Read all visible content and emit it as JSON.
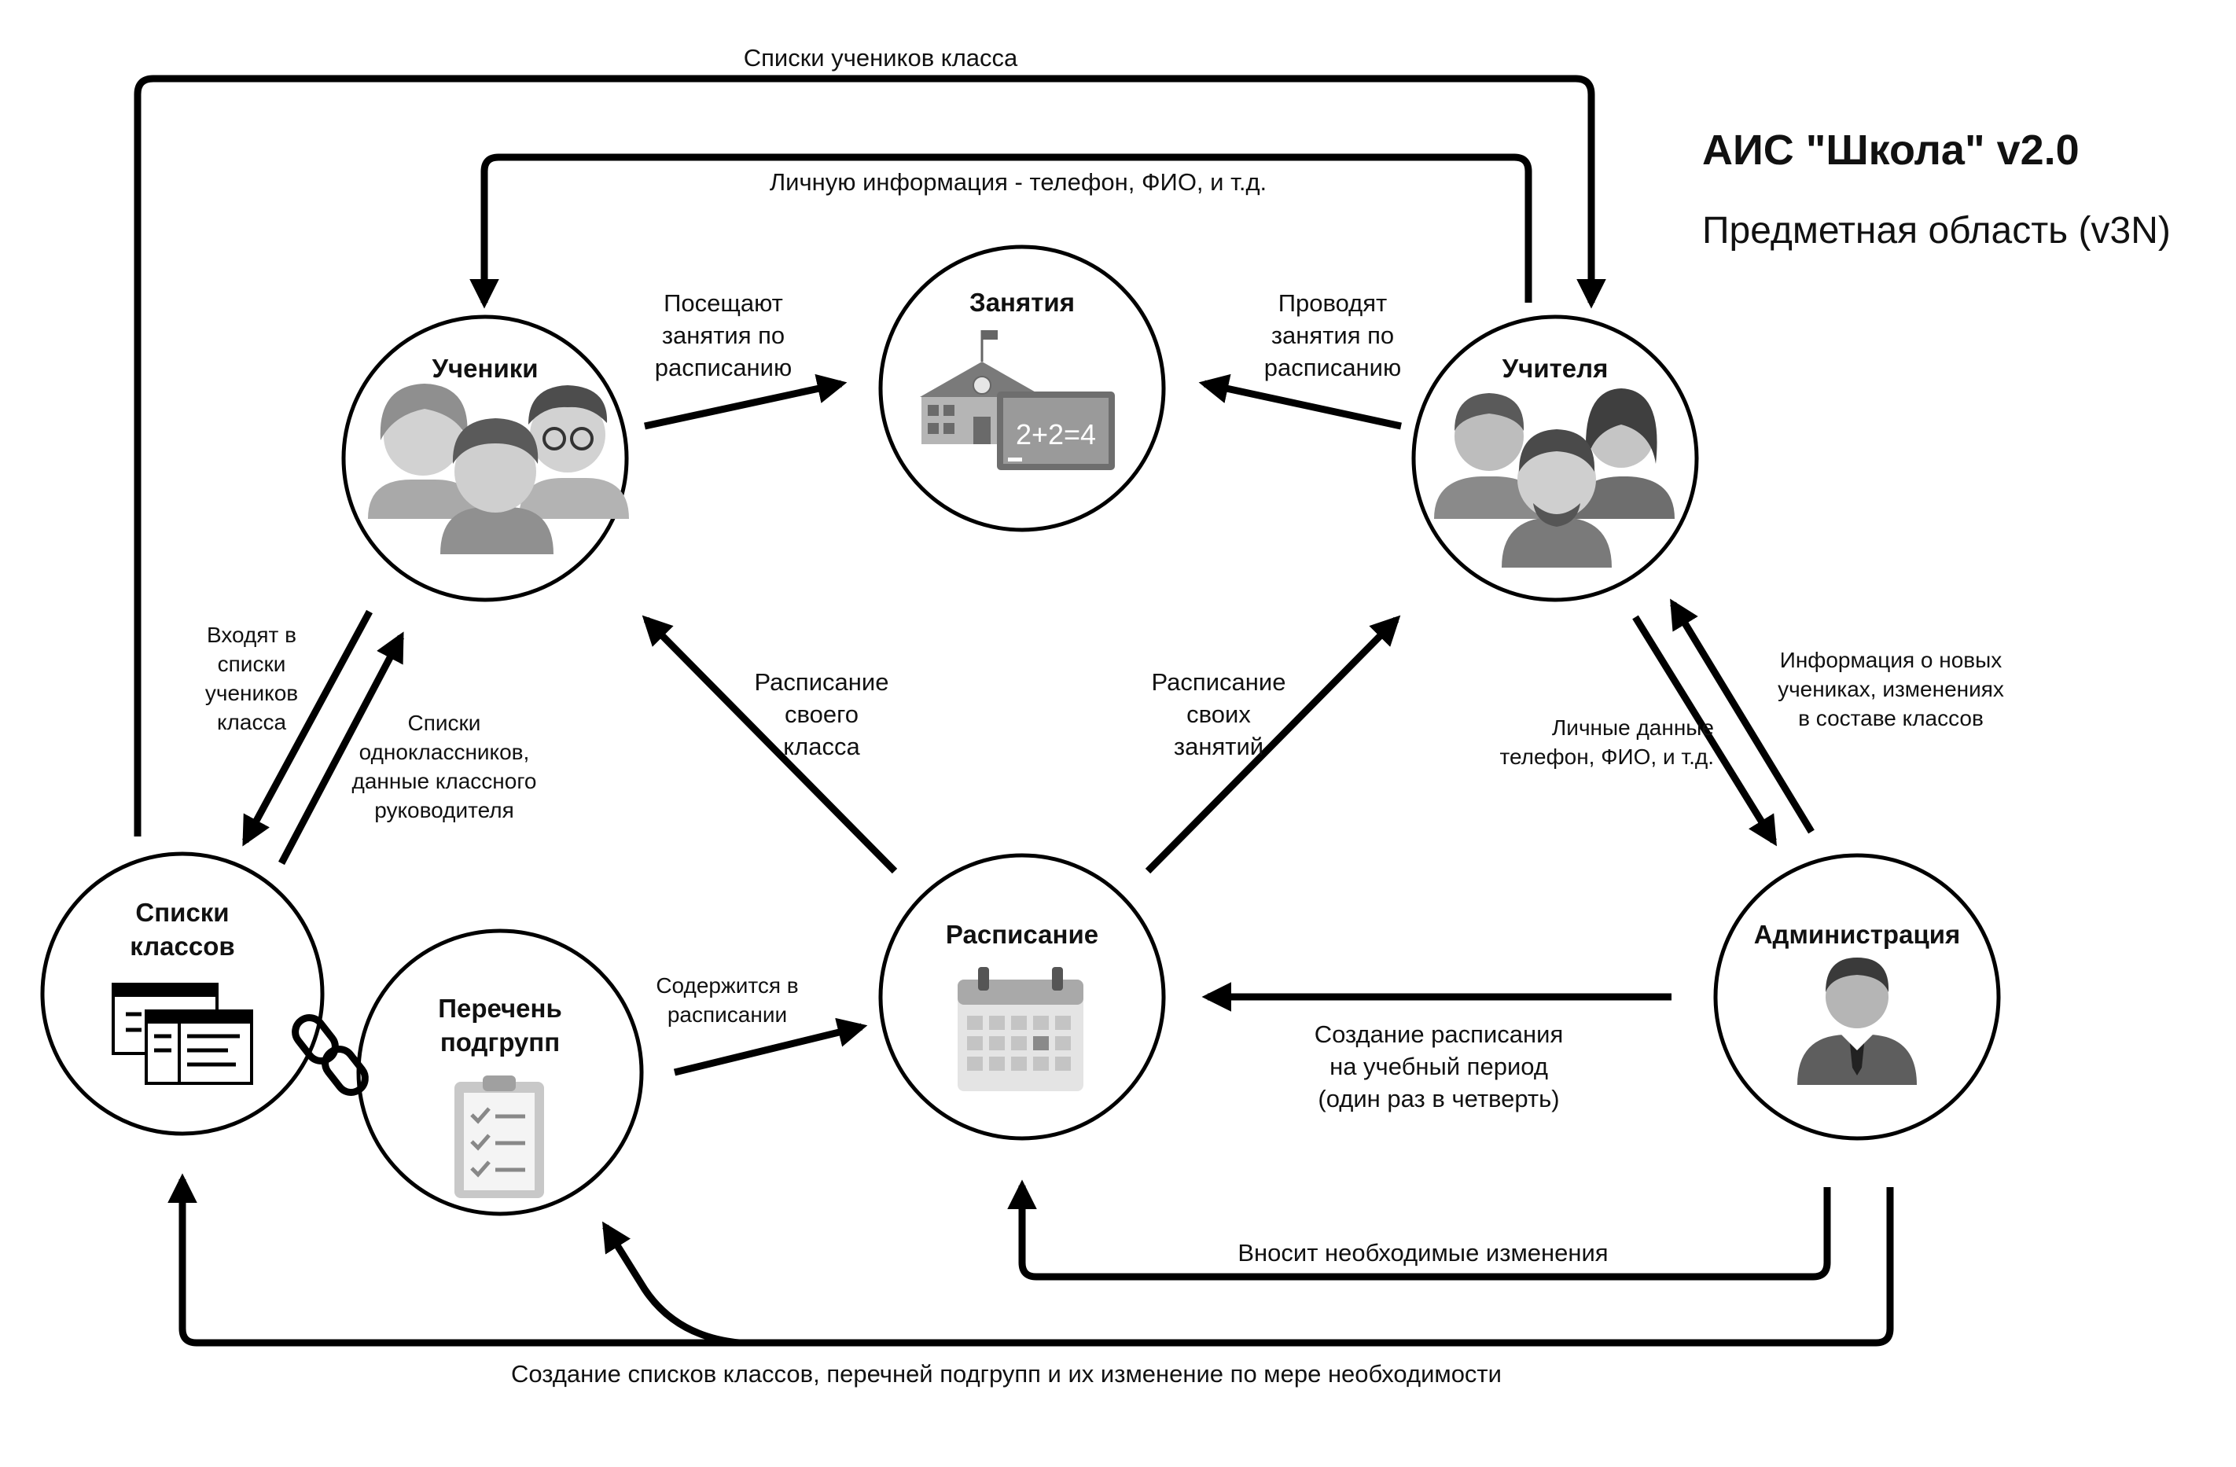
{
  "header": {
    "title": "АИС \"Школа\" v2.0",
    "subtitle": "Предметная область (v3N)"
  },
  "nodes": {
    "students": "Ученики",
    "lessons": "Занятия",
    "teachers": "Учителя",
    "class_lists": "Списки\nклассов",
    "subgroups": "Перечень\nподгрупп",
    "schedule": "Расписание",
    "administration": "Администрация"
  },
  "icons": {
    "students": "students-group-icon",
    "lessons": "school-blackboard-icon",
    "lessons_board_text": "2+2=4",
    "teachers": "teachers-group-icon",
    "class_lists": "class-list-windows-icon",
    "link": "chain-link-icon",
    "subgroups": "clipboard-checklist-icon",
    "schedule": "calendar-icon",
    "administration": "administrator-icon"
  },
  "edges": {
    "top_class_lists": "Списки учеников класса",
    "personal_info": "Личную информация - телефон, ФИО, и т.д.",
    "attend_lessons": "Посещают\nзанятия по\nрасписанию",
    "conduct_lessons": "Проводят\nзанятия по\nрасписанию",
    "included_in_lists": "Входят в\nсписки\nучеников\nкласса",
    "classmates_lists": "Списки\nодноклассников,\nданные классного\nруководителя",
    "class_schedule": "Расписание\nсвоего\nкласса",
    "own_schedule": "Расписание\nсвоих\nзанятий",
    "new_students_info": "Информация о новых\nучениках, изменениях\nв составе классов",
    "personal_data": "Личные данные\nтелефон, ФИО, и т.д.",
    "contained_in_schedule": "Содержится в\nрасписании",
    "create_schedule": "Создание расписания\nна учебный период\n(один раз в четверть)",
    "makes_changes": "Вносит необходимые изменения",
    "create_lists": "Создание списков классов, перечней подгрупп и их изменение по мере необходимости"
  }
}
